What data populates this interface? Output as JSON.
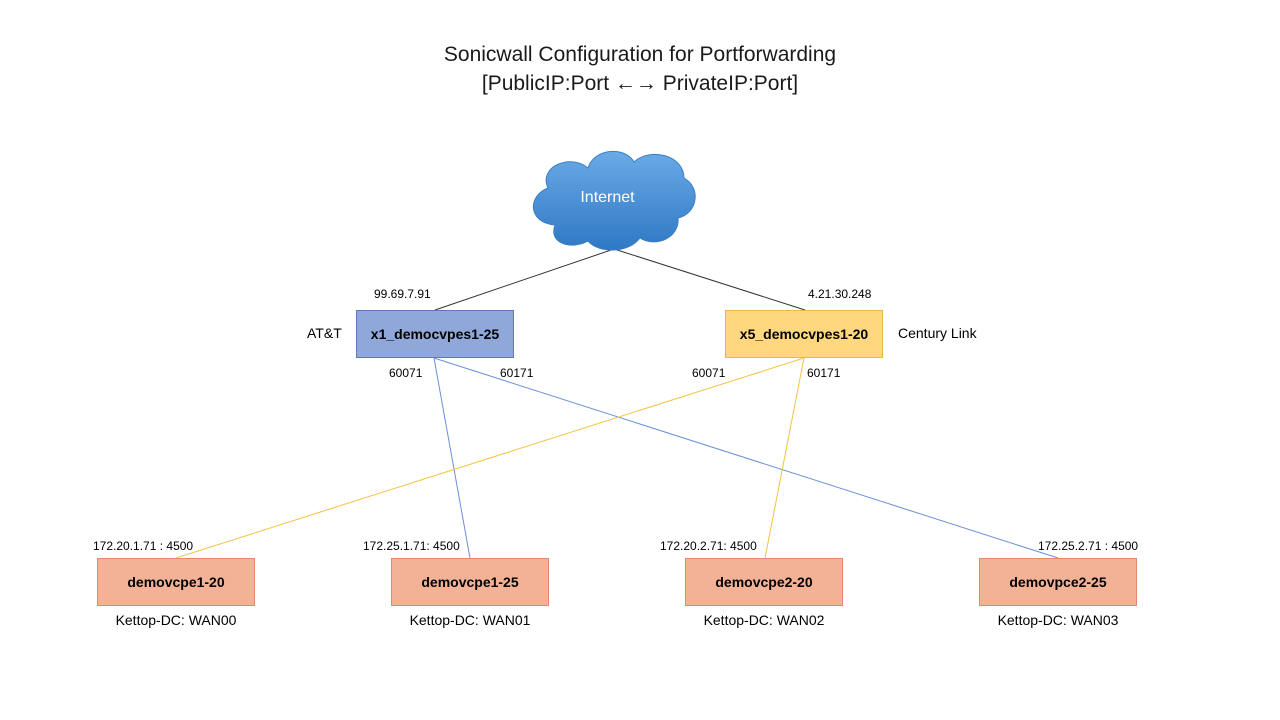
{
  "title": {
    "line1": "Sonicwall Configuration for Portforwarding",
    "line2": "[PublicIP:Port ←→ PrivateIP:Port]"
  },
  "internet": {
    "label": "Internet"
  },
  "firewalls": [
    {
      "name": "x1_democvpes1-25",
      "isp": "AT&T",
      "public_ip": "99.69.7.91",
      "ports": [
        "60071",
        "60171"
      ]
    },
    {
      "name": "x5_democvpes1-20",
      "isp": "Century Link",
      "public_ip": "4.21.30.248",
      "ports": [
        "60071",
        "60171"
      ]
    }
  ],
  "devices": [
    {
      "name": "demovcpe1-20",
      "private": "172.20.1.71 : 4500",
      "location": "Kettop-DC: WAN00"
    },
    {
      "name": "demovcpe1-25",
      "private": "172.25.1.71:  4500",
      "location": "Kettop-DC: WAN01"
    },
    {
      "name": "demovcpe2-20",
      "private": "172.20.2.71:  4500",
      "location": "Kettop-DC: WAN02"
    },
    {
      "name": "demovpce2-25",
      "private": "172.25.2.71 : 4500",
      "location": "Kettop-DC: WAN03"
    }
  ],
  "colors": {
    "att_link": "#6b8fd6",
    "centurylink_link": "#f5c242",
    "internet_link": "#333333",
    "cloud": "#4a8fd4"
  }
}
